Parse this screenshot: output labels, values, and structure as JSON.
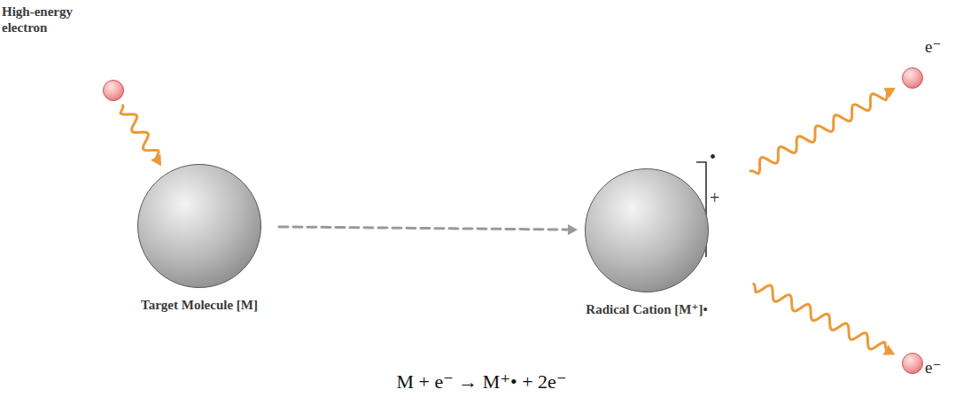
{
  "diagram": {
    "caption": "M + e⁻ → M⁺• + 2e⁻",
    "nodes": [
      {
        "text": [
          "High-energy electron"
        ]
      },
      {
        "text": [
          "Target Molecule [M]"
        ]
      },
      {
        "text": [
          "Radical Cation [M⁺]•"
        ]
      },
      {
        "text": [
          "e⁻"
        ]
      },
      {
        "text": [
          "e⁻"
        ]
      }
    ],
    "edges": [
      {
        "from": 0,
        "to": 1,
        "arrow": "to"
      },
      {
        "from": 1,
        "to": 2,
        "arrow": "to"
      },
      {
        "from": 2,
        "to": 3,
        "arrow": "to"
      },
      {
        "from": 2,
        "to": 4,
        "arrow": "to"
      }
    ],
    "labels": [
      "•",
      "+"
    ]
  }
}
